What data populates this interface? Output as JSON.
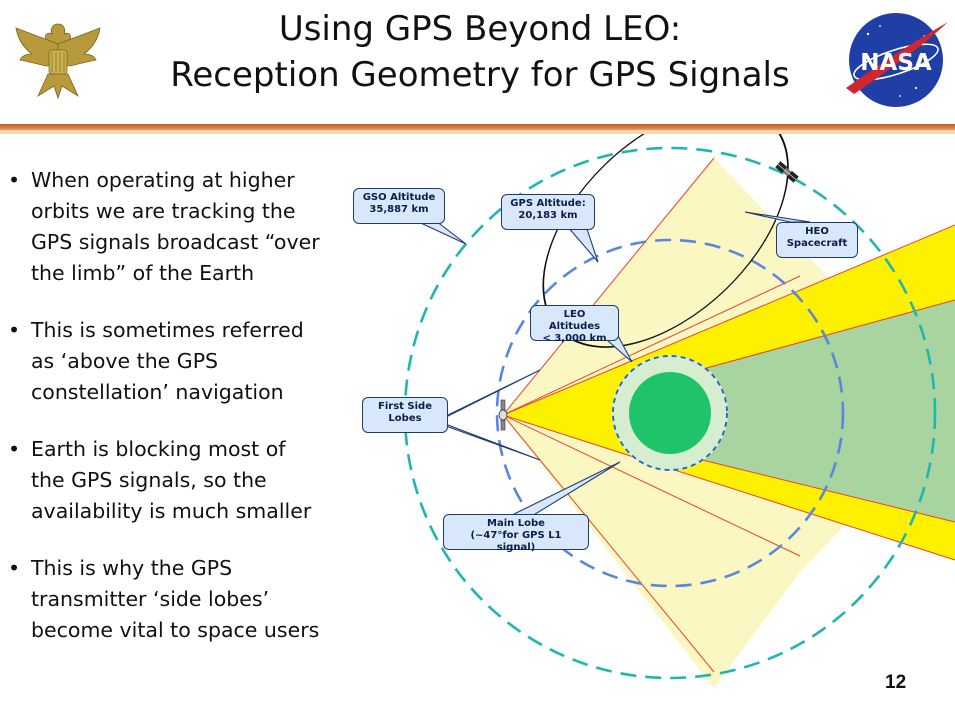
{
  "title": {
    "line1": "Using GPS Beyond LEO:",
    "line2": "Reception Geometry for GPS Signals"
  },
  "logos": {
    "left": "eagle-seal",
    "right": "nasa-meatball",
    "nasa_text": "NASA"
  },
  "bullets": [
    {
      "lines": [
        "When operating at higher",
        "orbits we are tracking the",
        "GPS signals broadcast “over",
        "the limb” of the Earth"
      ]
    },
    {
      "lines": [
        "This is sometimes referred",
        "as ‘above the GPS",
        "constellation’ navigation"
      ]
    },
    {
      "lines": [
        "Earth is blocking most of",
        "the GPS signals, so the",
        "availability is much smaller"
      ]
    },
    {
      "lines": [
        "This is why the GPS",
        "transmitter ‘side lobes’",
        "become vital to space users"
      ]
    }
  ],
  "bullet_char": "•",
  "diagram": {
    "callouts": {
      "gso": {
        "line1": "GSO Altitude",
        "line2": "35,887 km"
      },
      "gps": {
        "line1": "GPS Altitude:",
        "line2": "20,183 km"
      },
      "heo": {
        "line1": "HEO",
        "line2": "Spacecraft"
      },
      "leo": {
        "line1": "LEO Altitudes",
        "line2": "< 3,000 km"
      },
      "side_lobes": {
        "line1": "First Side",
        "line2": "Lobes"
      },
      "main_lobe": {
        "line1": "Main Lobe",
        "line2": "(~47°for GPS L1 signal)"
      }
    },
    "colors": {
      "gso_orbit": "#1fb5b0",
      "gps_orbit": "#5b86e0",
      "leo_orbit": "#1f5fd0",
      "earth": "#1fc46a",
      "main_lobe": "#fdf100",
      "side_lobe": "#fbf7c2",
      "earth_shadow": "#a8d4a0",
      "lobe_edge": "#e8432f",
      "callout_fill": "#d8e8fa",
      "callout_border": "#1f3c6e"
    }
  },
  "page_number": "12"
}
